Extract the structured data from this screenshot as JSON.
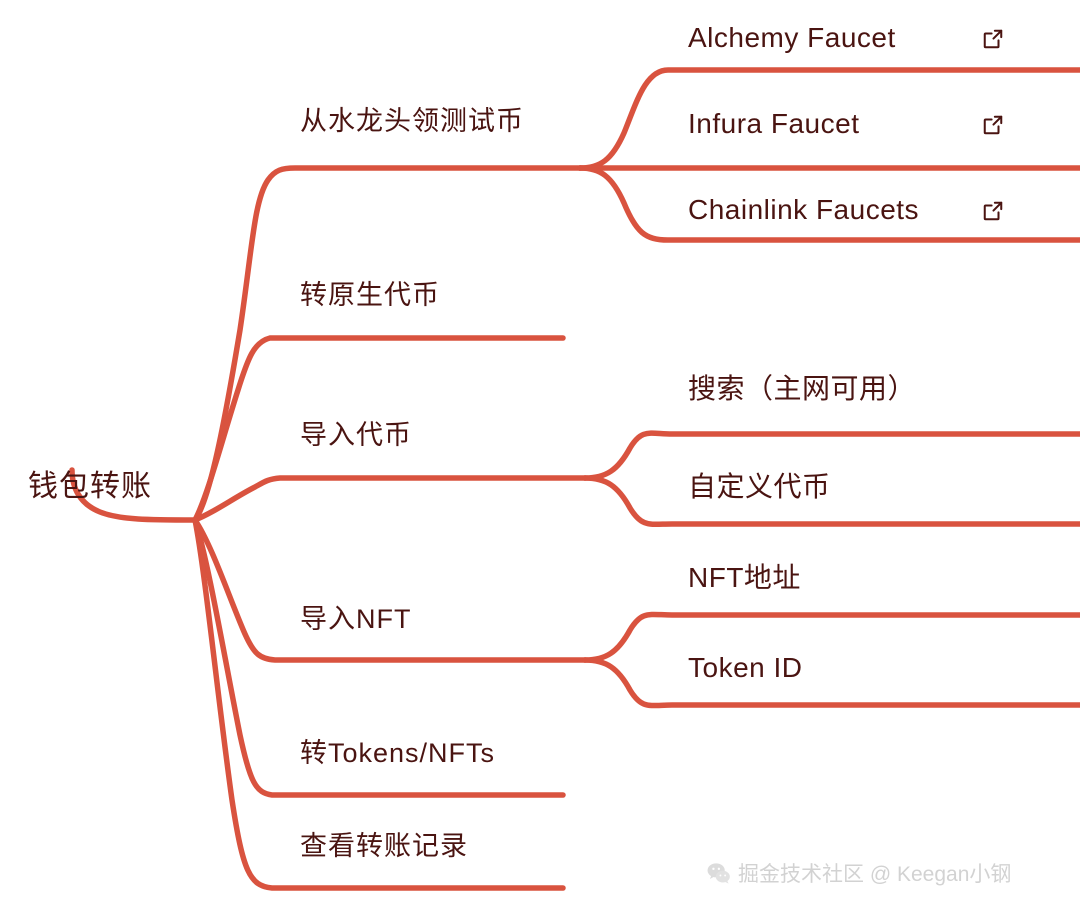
{
  "diagram": {
    "type": "mindmap",
    "title": "钱包转账",
    "line_color": "#d9533f",
    "text_color": "#4a1411",
    "background": "#ffffff"
  },
  "root": {
    "label": "钱包转账"
  },
  "branches": [
    {
      "label": "从水龙头领测试币",
      "children": [
        {
          "label": "Alchemy Faucet",
          "icon": "external-link-icon",
          "has_link": true
        },
        {
          "label": "Infura Faucet",
          "icon": "external-link-icon",
          "has_link": true
        },
        {
          "label": "Chainlink Faucets",
          "icon": "external-link-icon",
          "has_link": true
        }
      ]
    },
    {
      "label": "转原生代币",
      "children": []
    },
    {
      "label": "导入代币",
      "children": [
        {
          "label": "搜索（主网可用）",
          "has_link": false
        },
        {
          "label": "自定义代币",
          "has_link": false
        }
      ]
    },
    {
      "label": "导入NFT",
      "children": [
        {
          "label": "NFT地址",
          "has_link": false
        },
        {
          "label": "Token ID",
          "has_link": false
        }
      ]
    },
    {
      "label": "转Tokens/NFTs",
      "children": []
    },
    {
      "label": "查看转账记录",
      "children": []
    }
  ],
  "watermark": {
    "icon": "wechat-icon",
    "text": "掘金技术社区 @ Keegan小钢"
  }
}
